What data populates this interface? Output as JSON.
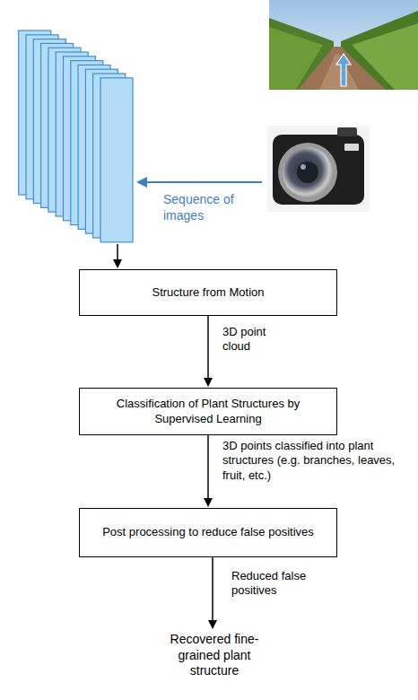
{
  "diagram": {
    "nodes": [
      {
        "text": [
          "Structure from Motion"
        ]
      },
      {
        "text": [
          "Classification of Plant Structures by Supervised Learning"
        ]
      },
      {
        "text": [
          "Post processing to reduce false positives"
        ]
      }
    ],
    "edges": [
      {
        "from": 0,
        "to": 1,
        "arrow": "to",
        "label": "3D point cloud"
      },
      {
        "from": 1,
        "to": 2,
        "arrow": "to",
        "label": "3D points classified into plant structures (e.g. branches, leaves, fruit, etc.)"
      }
    ],
    "labels": [
      "Sequence of images",
      "Reduced false positives",
      "Recovered fine-grained plant structure"
    ]
  }
}
